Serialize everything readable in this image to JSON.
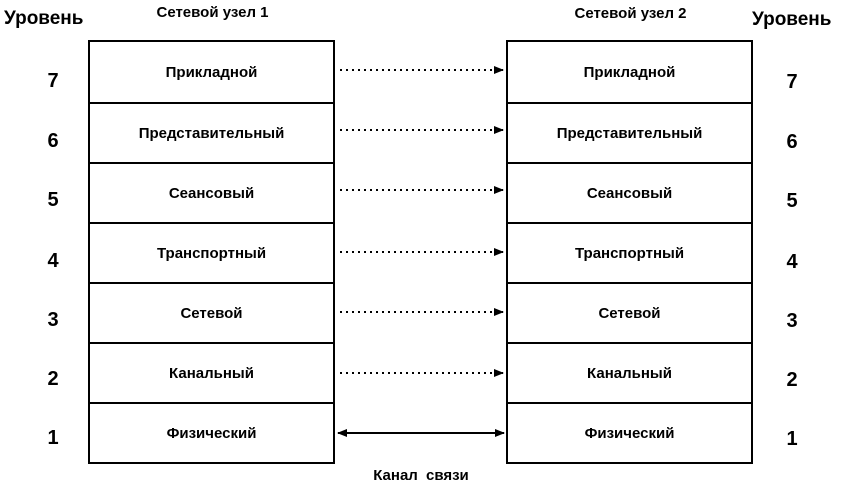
{
  "headers": {
    "left_level": "Уровень",
    "right_level": "Уровень",
    "node1": "Сетевой узел  1",
    "node2": "Сетевой узел  2"
  },
  "layers": [
    {
      "level": "7",
      "name": "Прикладной",
      "link": "dotted"
    },
    {
      "level": "6",
      "name": "Представительный",
      "link": "dotted"
    },
    {
      "level": "5",
      "name": "Сеансовый",
      "link": "dotted"
    },
    {
      "level": "4",
      "name": "Транспортный",
      "link": "dotted"
    },
    {
      "level": "3",
      "name": "Сетевой",
      "link": "dotted"
    },
    {
      "level": "2",
      "name": "Канальный",
      "link": "dotted"
    },
    {
      "level": "1",
      "name": "Физический",
      "link": "solid-bidirectional"
    }
  ],
  "channel_label": "Канал  связи"
}
